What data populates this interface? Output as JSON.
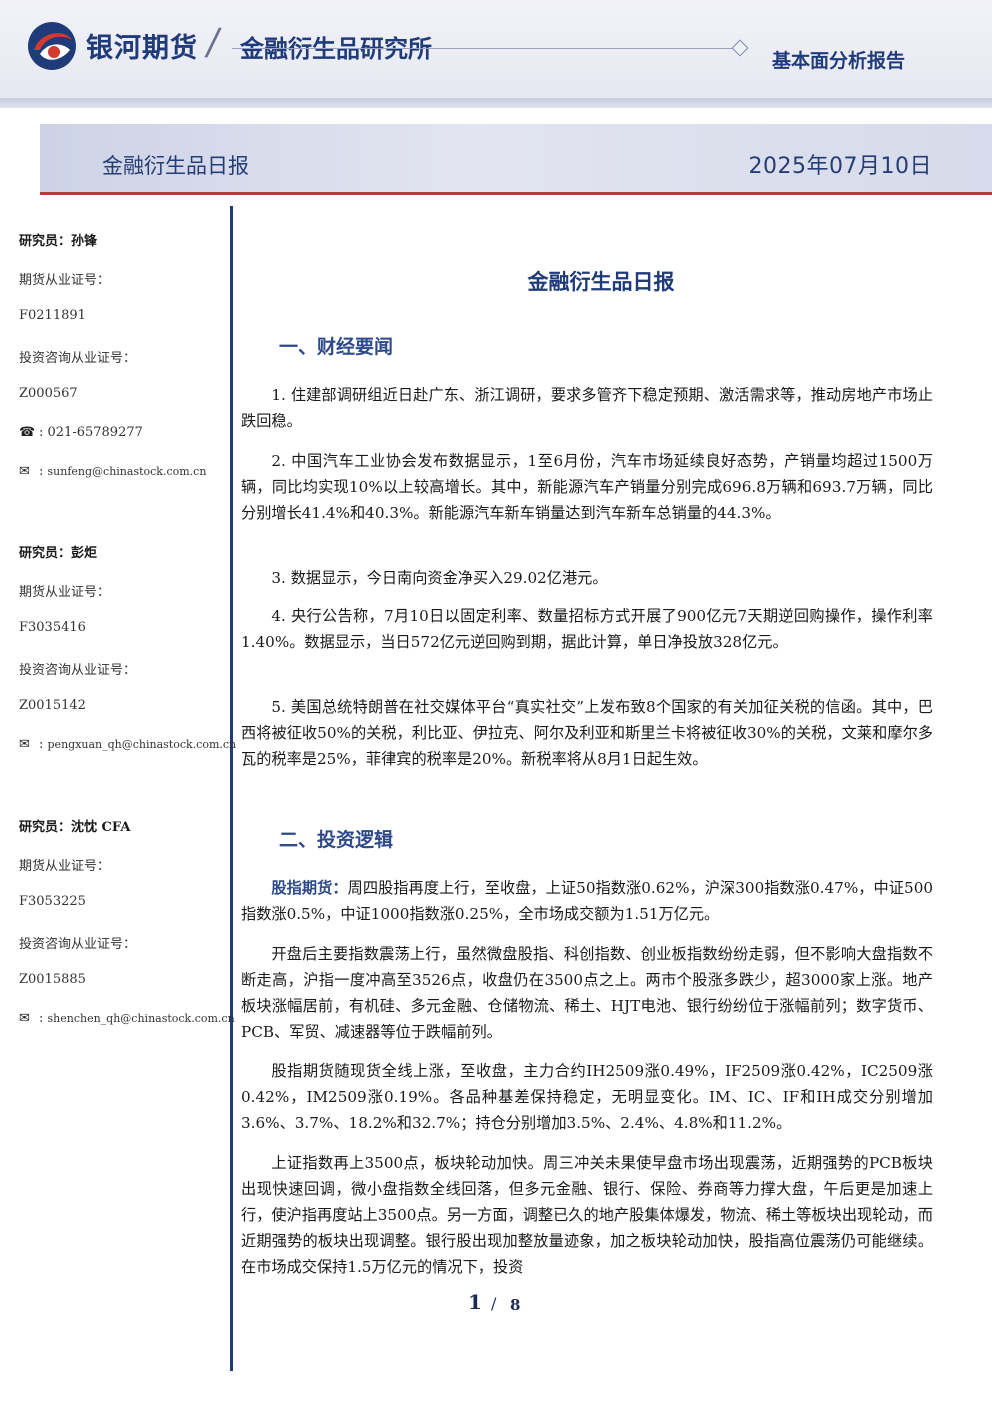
{
  "header": {
    "brand_name": "银河期货",
    "slash": "/",
    "institute": "金融衍生品研究所",
    "report_type": "基本面分析报告"
  },
  "banner": {
    "title": "金融衍生品日报",
    "date": "2025年07月10日"
  },
  "researchers": [
    {
      "label": "研究员：孙锋",
      "license_label": "期货从业证号：",
      "license_no": "F0211891",
      "consult_label": "投资咨询从业证号：",
      "consult_no": "Z000567",
      "phone": "021-65789277",
      "email": "sunfeng@chinastock.com.cn"
    },
    {
      "label": "研究员：彭炬",
      "license_label": "期货从业证号：",
      "license_no": "F3035416",
      "consult_label": "投资咨询从业证号：",
      "consult_no": "Z0015142",
      "email": "pengxuan_qh@chinastock.com.cn"
    },
    {
      "label": "研究员：沈忱 CFA",
      "license_label": "期货从业证号：",
      "license_no": "F3053225",
      "consult_label": "投资咨询从业证号：",
      "consult_no": "Z0015885",
      "email": "shenchen_qh@chinastock.com.cn"
    }
  ],
  "icons": {
    "phone": "phone-icon",
    "email": "envelope-icon"
  },
  "document": {
    "title": "金融衍生品日报",
    "section1_heading": "一、财经要闻",
    "news": [
      "1. 住建部调研组近日赴广东、浙江调研，要求多管齐下稳定预期、激活需求等，推动房地产市场止跌回稳。",
      "2. 中国汽车工业协会发布数据显示，1至6月份，汽车市场延续良好态势，产销量均超过1500万辆，同比均实现10%以上较高增长。其中，新能源汽车产销量分别完成696.8万辆和693.7万辆，同比分别增长41.4%和40.3%。新能源汽车新车销量达到汽车新车总销量的44.3%。",
      "3. 数据显示，今日南向资金净买入29.02亿港元。",
      "4. 央行公告称，7月10日以固定利率、数量招标方式开展了900亿元7天期逆回购操作，操作利率1.40%。数据显示，当日572亿元逆回购到期，据此计算，单日净投放328亿元。",
      "5. 美国总统特朗普在社交媒体平台“真实社交”上发布致8个国家的有关加征关税的信函。其中，巴西将被征收50%的关税，利比亚、伊拉克、阿尔及利亚和斯里兰卡将被征收30%的关税，文莱和摩尔多瓦的税率是25%，菲律宾的税率是20%。新税率将从8月1日起生效。"
    ],
    "section2_heading": "二、投资逻辑",
    "logic_lead_label": "股指期货：",
    "logic_lead_text": "周四股指再度上行，至收盘，上证50指数涨0.62%，沪深300指数涨0.47%，中证500指数涨0.5%，中证1000指数涨0.25%，全市场成交额为1.51万亿元。",
    "logic": [
      "开盘后主要指数震荡上行，虽然微盘股指、科创指数、创业板指数纷纷走弱，但不影响大盘指数不断走高，沪指一度冲高至3526点，收盘仍在3500点之上。两市个股涨多跌少，超3000家上涨。地产板块涨幅居前，有机硅、多元金融、仓储物流、稀土、HJT电池、银行纷纷位于涨幅前列；数字货币、PCB、军贸、减速器等位于跌幅前列。",
      "股指期货随现货全线上涨，至收盘，主力合约IH2509涨0.49%，IF2509涨0.42%，IC2509涨0.42%，IM2509涨0.19%。各品种基差保持稳定，无明显变化。IM、IC、IF和IH成交分别增加3.6%、3.7%、18.2%和32.7%；持仓分别增加3.5%、2.4%、4.8%和11.2%。",
      "上证指数再上3500点，板块轮动加快。周三冲关未果使早盘市场出现震荡，近期强势的PCB板块出现快速回调，微小盘指数全线回落，但多元金融、银行、保险、券商等力撑大盘，午后更是加速上行，使沪指再度站上3500点。另一方面，调整已久的地产股集体爆发，物流、稀土等板块出现轮动，而近期强势的板块出现调整。银行股出现加整放量迹象，加之板块轮动加快，股指高位震荡仍可能继续。在市场成交保持1.5万亿元的情况下，投资"
    ]
  },
  "footer": {
    "page": "1",
    "separator": "/",
    "total": "8"
  }
}
